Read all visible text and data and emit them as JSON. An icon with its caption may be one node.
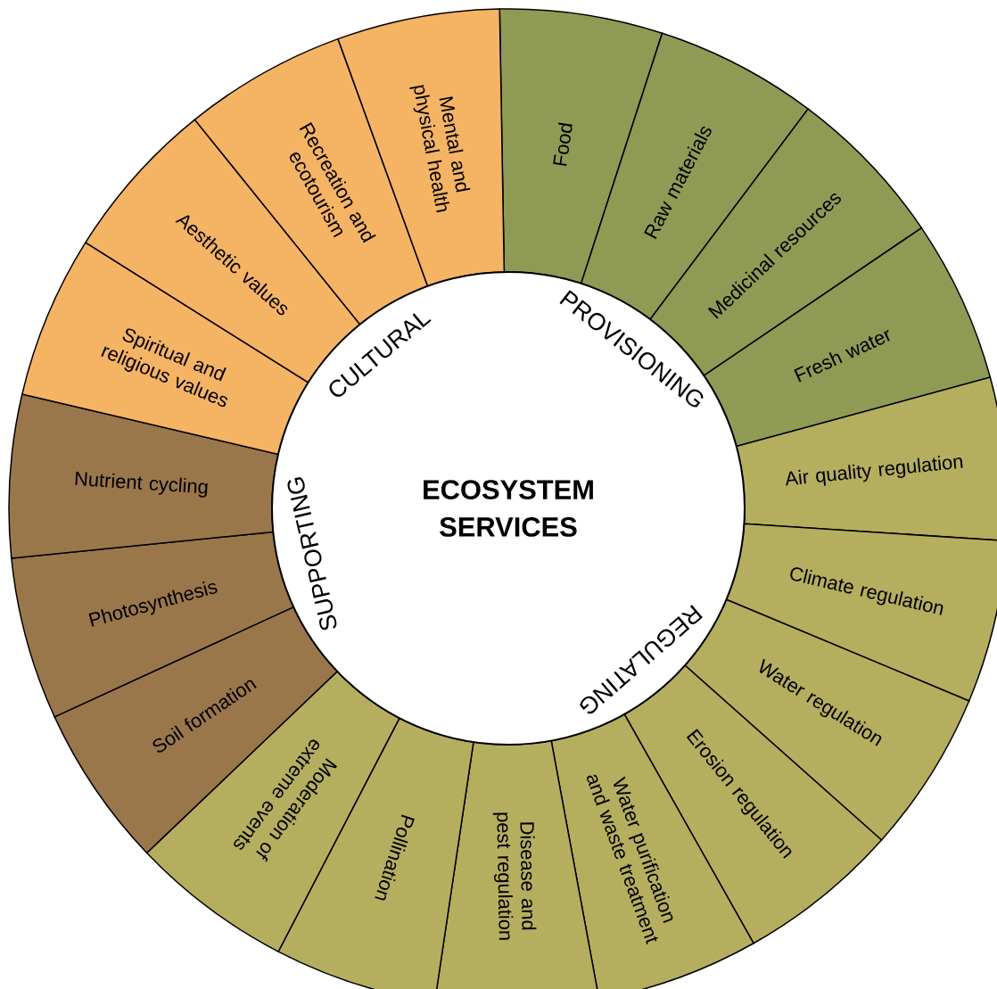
{
  "diagram": {
    "nodes": [
      {
        "text": [
          "ECOSYSTEM SERVICES"
        ]
      },
      {
        "text": [
          "Food"
        ]
      },
      {
        "text": [
          "Raw materials"
        ]
      },
      {
        "text": [
          "Medicinal resources"
        ]
      },
      {
        "text": [
          "Fresh water"
        ]
      },
      {
        "text": [
          "Air quality regulation"
        ]
      },
      {
        "text": [
          "Climate regulation"
        ]
      },
      {
        "text": [
          "Water regulation"
        ]
      },
      {
        "text": [
          "Erosion regulation"
        ]
      },
      {
        "text": [
          "Water purification and waste treatment"
        ]
      },
      {
        "text": [
          "Disease and pest regulation"
        ]
      },
      {
        "text": [
          "Pollination"
        ]
      },
      {
        "text": [
          "Moderation of extreme events"
        ]
      },
      {
        "text": [
          "Soil formation"
        ]
      },
      {
        "text": [
          "Photosynthesis"
        ]
      },
      {
        "text": [
          "Nutrient cycling"
        ]
      },
      {
        "text": [
          "Spiritual and religious values"
        ]
      },
      {
        "text": [
          "Aesthetic values"
        ]
      },
      {
        "text": [
          "Recreation and ecotourism"
        ]
      },
      {
        "text": [
          "Mental and physical health"
        ]
      }
    ],
    "labels": [
      "CULTURAL",
      "PROVISIONING",
      "SUPPORTING",
      "REGULATING"
    ]
  }
}
